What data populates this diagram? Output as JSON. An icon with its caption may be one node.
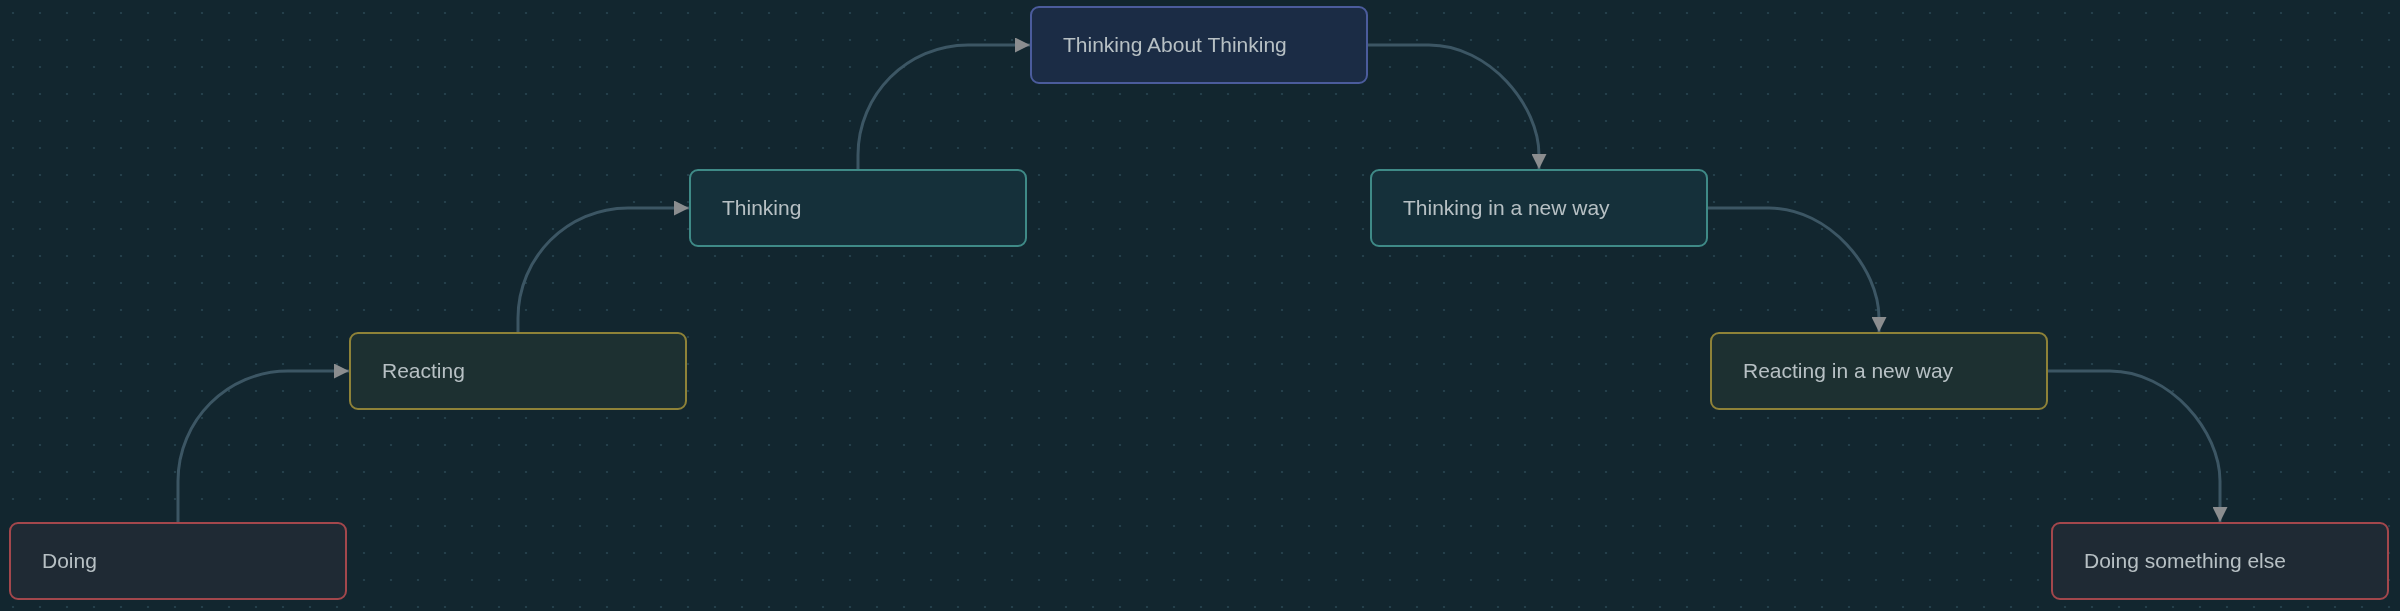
{
  "diagram": {
    "nodes": [
      {
        "text": [
          "Doing"
        ]
      },
      {
        "text": [
          "Reacting"
        ]
      },
      {
        "text": [
          "Thinking"
        ]
      },
      {
        "text": [
          "Thinking About Thinking"
        ]
      },
      {
        "text": [
          "Thinking in a new way"
        ]
      },
      {
        "text": [
          "Reacting in a new way"
        ]
      },
      {
        "text": [
          "Doing something else"
        ]
      }
    ],
    "edges": [
      {
        "from": 0,
        "to": 1,
        "arrow": "to"
      },
      {
        "from": 1,
        "to": 2,
        "arrow": "to"
      },
      {
        "from": 2,
        "to": 3,
        "arrow": "to"
      },
      {
        "from": 3,
        "to": 4,
        "arrow": "to"
      },
      {
        "from": 4,
        "to": 5,
        "arrow": "to"
      },
      {
        "from": 5,
        "to": 6,
        "arrow": "to"
      }
    ]
  }
}
